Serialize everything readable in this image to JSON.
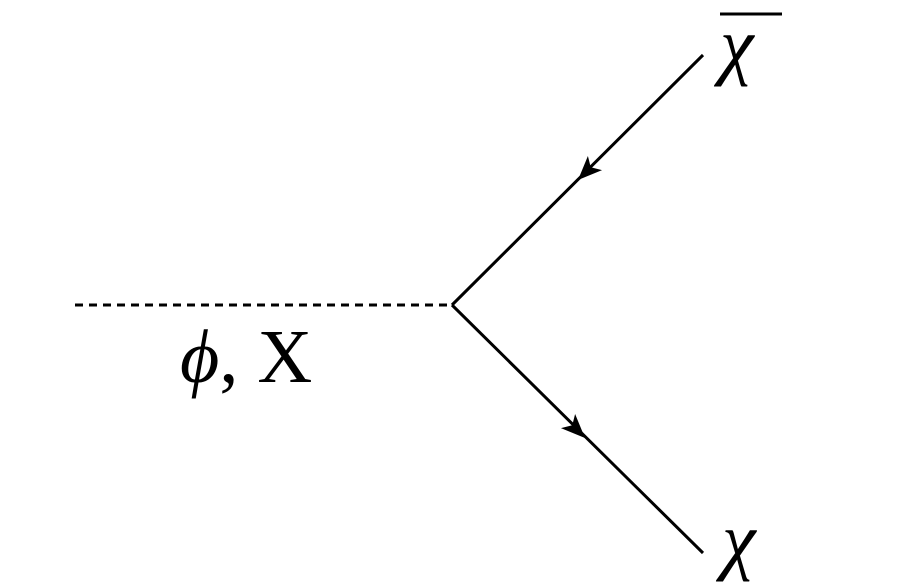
{
  "diagram": {
    "type": "feynman-vertex",
    "labels": {
      "scalar": "ϕ, X",
      "antiparticle": "χ",
      "particle": "χ"
    },
    "antiparticle_overbar": true,
    "lines": [
      {
        "id": "mediator",
        "style": "dashed",
        "label_ref": "scalar"
      },
      {
        "id": "antiparticle-line",
        "style": "solid",
        "arrow": "toward-vertex",
        "label_ref": "antiparticle"
      },
      {
        "id": "particle-line",
        "style": "solid",
        "arrow": "away-from-vertex",
        "label_ref": "particle"
      }
    ],
    "colors": {
      "ink": "#000000",
      "background": "#ffffff"
    }
  }
}
